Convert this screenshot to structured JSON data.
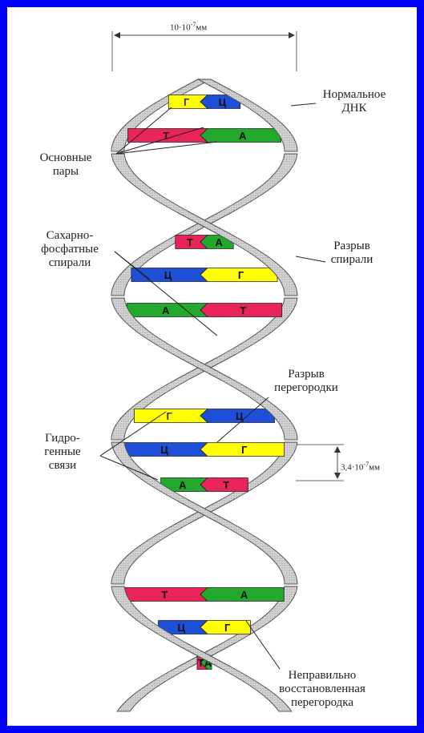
{
  "colors": {
    "border": "#0000ff",
    "background": "#ffffff",
    "guanine": "#ffff00",
    "cytosine": "#1e4fd8",
    "thymine": "#e8245a",
    "adenine": "#22a82c",
    "backbone": "#c8c8c8"
  },
  "dimensions": {
    "width_label": "10·10",
    "width_exp": "-7",
    "width_unit": "мм",
    "pitch_label": "3,4·10",
    "pitch_exp": "-7",
    "pitch_unit": "мм"
  },
  "labels": {
    "normal_dna": "Нормальное\nДНК",
    "base_pairs": "Основные\nпары",
    "sugar_phosphate": "Сахарно-\nфосфатные\nспирали",
    "helix_break": "Разрыв\nспирали",
    "hydrogen_bonds": "Гидро-\nгенные\nсвязи",
    "septum_break": "Разрыв\nперегородки",
    "misrepaired": "Неправильно\nвосстановленная\nперегородка"
  },
  "pairs": [
    {
      "left": "Г",
      "right": "Ц"
    },
    {
      "left": "Т",
      "right": "А"
    },
    {
      "left": "Т",
      "right": "А"
    },
    {
      "left": "Ц",
      "right": "Г"
    },
    {
      "left": "А",
      "right": "Т"
    },
    {
      "left": "Г",
      "right": "Ц"
    },
    {
      "left": "Ц",
      "right": "Г"
    },
    {
      "left": "А",
      "right": "Т"
    },
    {
      "left": "Т",
      "right": "А"
    },
    {
      "left": "Ц",
      "right": "Г"
    },
    {
      "left": "Т",
      "right": "А"
    }
  ]
}
